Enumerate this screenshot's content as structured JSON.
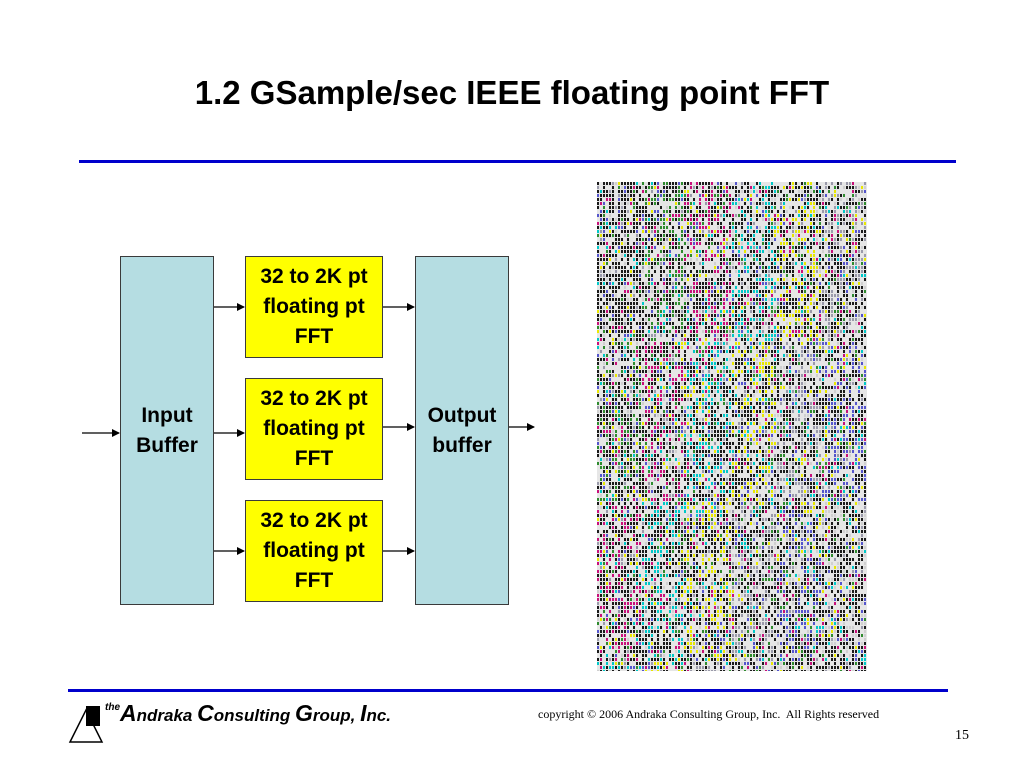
{
  "slide": {
    "title": "1.2 GSample/sec IEEE floating point FFT",
    "page_number": "15"
  },
  "diagram": {
    "input_buffer": "Input\nBuffer",
    "output_buffer": "Output\nbuffer",
    "fft_blocks": [
      "32 to 2K pt\nfloating pt\nFFT",
      "32 to 2K pt\nfloating pt\nFFT",
      "32 to 2K pt\nfloating pt\nFFT"
    ],
    "colors": {
      "buffer_fill": "#b5dde2",
      "fft_fill": "#ffff00",
      "rule": "#0000cc",
      "floorplan_palette": [
        "#1a1a1a",
        "#2e8b2e",
        "#c8107a",
        "#00c8c8",
        "#e8e800",
        "#9a9aaa",
        "#5555cc",
        "#d0d0d0"
      ]
    }
  },
  "footer": {
    "company_the": "the",
    "company_a": "A",
    "company_ndraka": "ndraka ",
    "company_c": "C",
    "company_onsulting": "onsulting ",
    "company_g": "G",
    "company_roup": "roup, ",
    "company_i": "I",
    "company_nc": "nc.",
    "copyright": "copyright © 2006 Andraka Consulting Group, Inc.  All Rights reserved"
  }
}
